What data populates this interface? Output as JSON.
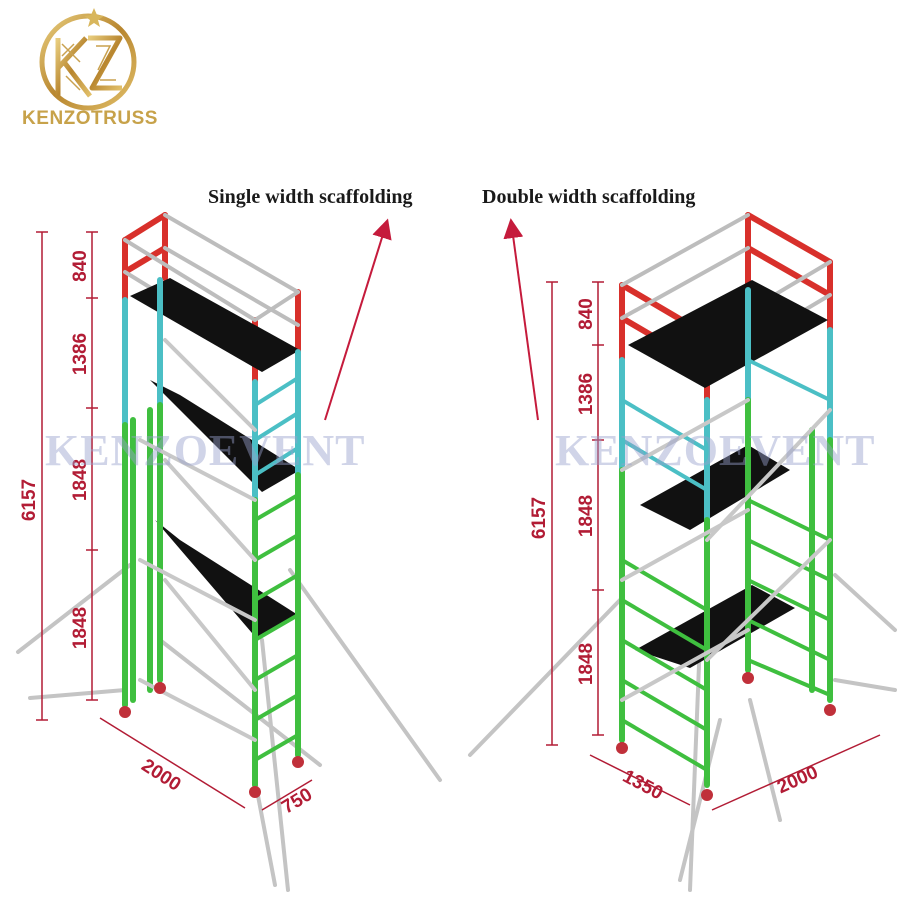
{
  "brand": {
    "name": "KENZOTRUSS",
    "watermark": "KENZOEVENT",
    "gold": "#c7a24a"
  },
  "headings": {
    "single": "Single width scaffolding",
    "double": "Double width scaffolding"
  },
  "colors": {
    "guardrail": "#d8302b",
    "upper_frame": "#4bbfc5",
    "lower_frame": "#3fbf3f",
    "platform": "#111111",
    "brace": "#c8c8c8",
    "dimension": "#b21c35",
    "arrow": "#c51b3c"
  },
  "single": {
    "total_height": "6157",
    "section_heights": [
      "840",
      "1386",
      "1848",
      "1848"
    ],
    "length": "2000",
    "width": "750"
  },
  "double": {
    "total_height": "6157",
    "section_heights": [
      "840",
      "1386",
      "1848",
      "1848"
    ],
    "width": "1350",
    "length": "2000"
  }
}
